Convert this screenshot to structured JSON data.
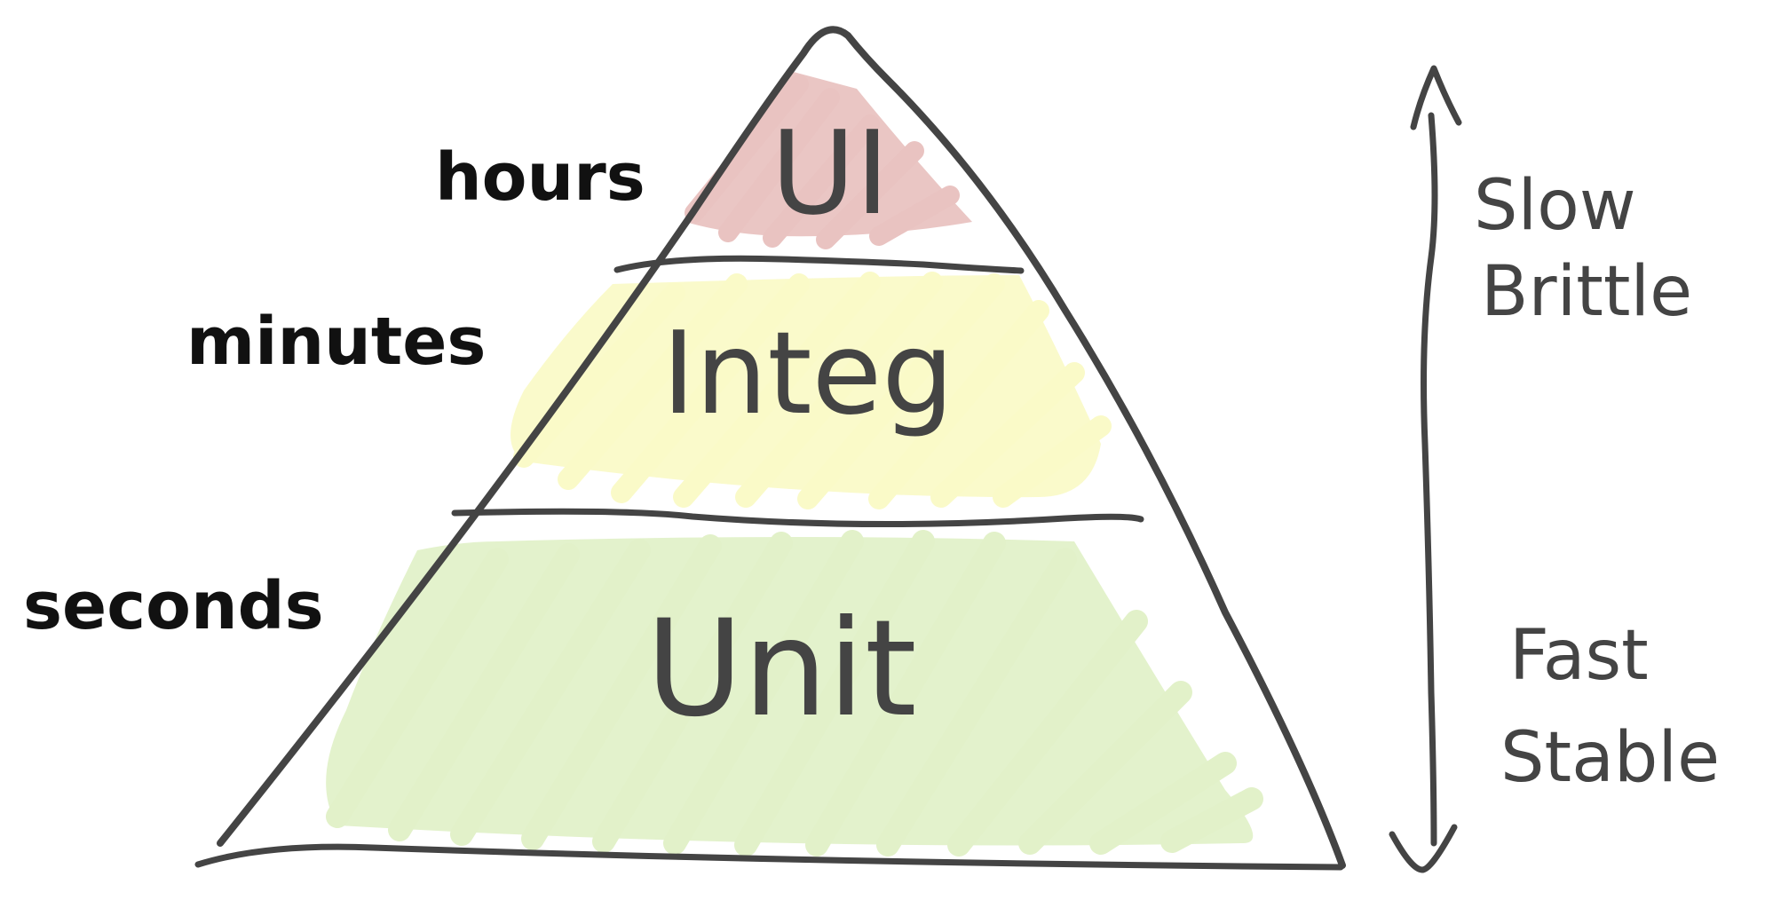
{
  "pyramid": {
    "layers": [
      {
        "id": "top",
        "label": "UI",
        "time": "hours",
        "color": "#e9c3c1"
      },
      {
        "id": "middle",
        "label": "Integ",
        "time": "minutes",
        "color": "#fafac8"
      },
      {
        "id": "bottom",
        "label": "Unit",
        "time": "seconds",
        "color": "#e2f1c9"
      }
    ]
  },
  "scale": {
    "top_labels": [
      "Slow",
      "Brittle"
    ],
    "bottom_labels": [
      "Fast",
      "Stable"
    ]
  },
  "colors": {
    "outline": "#444444",
    "text_dark": "#111111"
  }
}
